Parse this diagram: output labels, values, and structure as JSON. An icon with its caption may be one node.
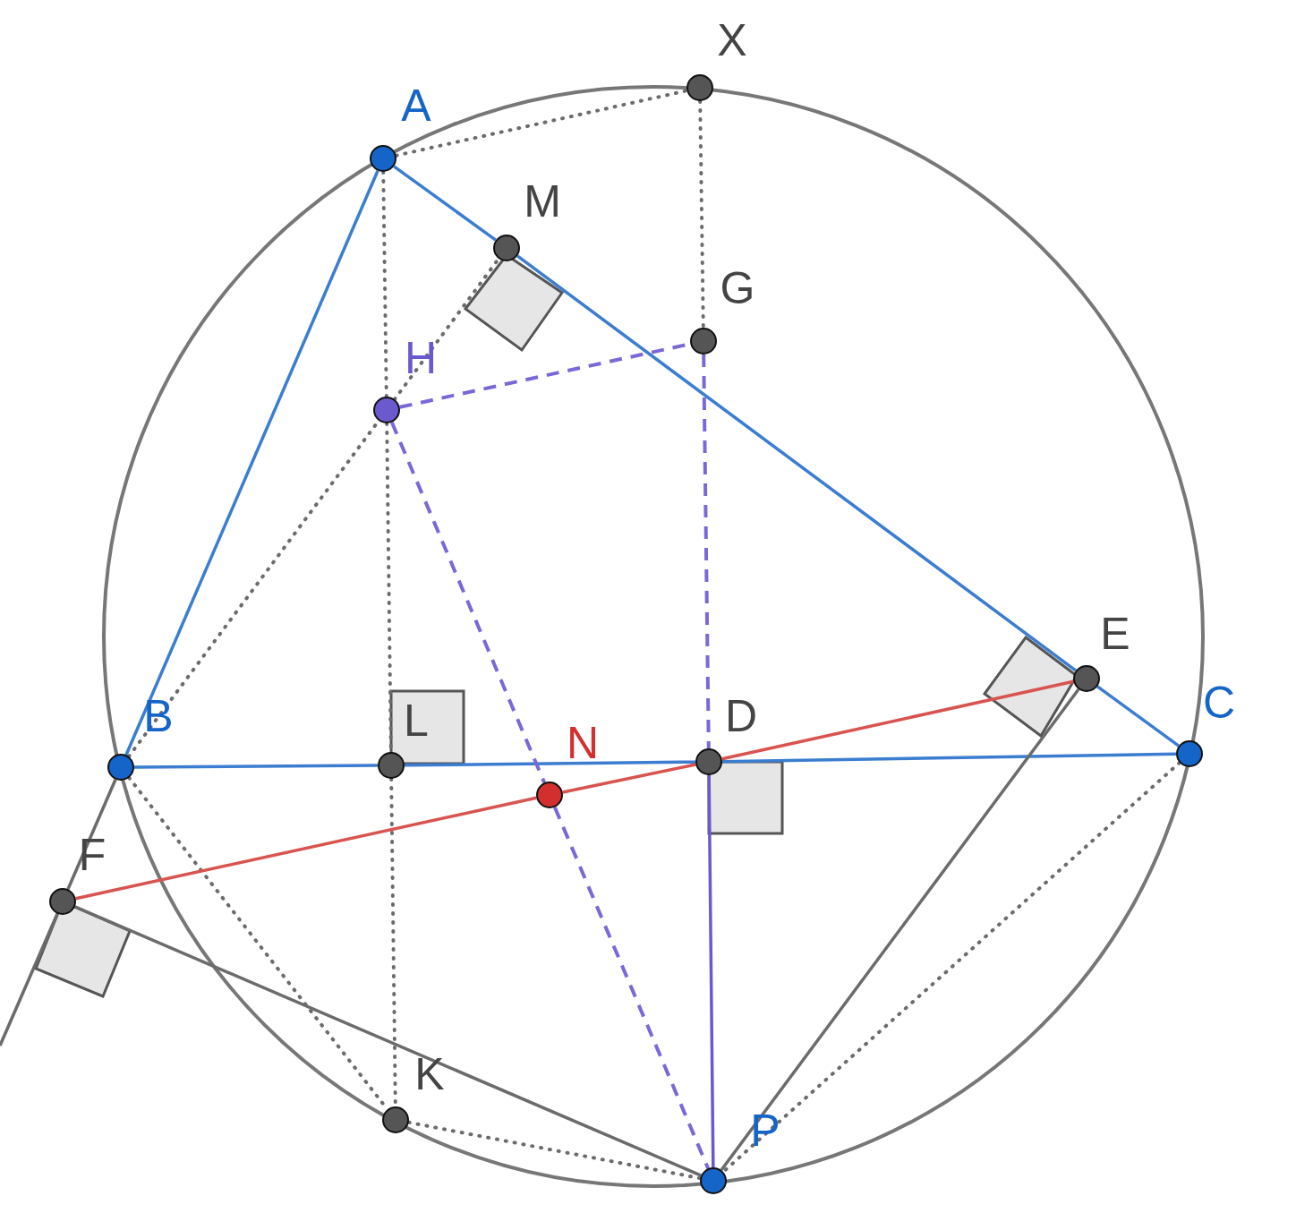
{
  "diagram": {
    "nodes": [
      {
        "text": [
          "X"
        ]
      },
      {
        "text": [
          "A"
        ]
      },
      {
        "text": [
          "M"
        ]
      },
      {
        "text": [
          "G"
        ]
      },
      {
        "text": [
          "H"
        ]
      },
      {
        "text": [
          "E"
        ]
      },
      {
        "text": [
          "D"
        ]
      },
      {
        "text": [
          "B"
        ]
      },
      {
        "text": [
          "L"
        ]
      },
      {
        "text": [
          "C"
        ]
      },
      {
        "text": [
          "N"
        ]
      },
      {
        "text": [
          "F"
        ]
      },
      {
        "text": [
          "K"
        ]
      },
      {
        "text": [
          "P"
        ]
      }
    ],
    "edges": [
      {
        "from": 1,
        "to": 7,
        "arrow": "none",
        "color": "#3b7dd0"
      },
      {
        "from": 1,
        "to": 2,
        "arrow": "none",
        "color": "#3b7dd0"
      },
      {
        "from": 2,
        "to": 5,
        "arrow": "none",
        "color": "#3b7dd0"
      },
      {
        "from": 5,
        "to": 9,
        "arrow": "none",
        "color": "#3b7dd0"
      },
      {
        "from": 7,
        "to": 8,
        "arrow": "none",
        "color": "#3b7dd0"
      },
      {
        "from": 8,
        "to": 6,
        "arrow": "none",
        "color": "#3b7dd0"
      },
      {
        "from": 6,
        "to": 9,
        "arrow": "none",
        "color": "#3b7dd0"
      },
      {
        "from": 7,
        "to": 11,
        "arrow": "none"
      },
      {
        "from": 11,
        "to": null,
        "arrow": "none"
      },
      {
        "from": 1,
        "to": 0,
        "arrow": "none",
        "style": "dashed"
      },
      {
        "from": 0,
        "to": 3,
        "arrow": "none",
        "style": "dashed"
      },
      {
        "from": 3,
        "to": 6,
        "arrow": "none",
        "style": "dashed",
        "color": "#7b68d8"
      },
      {
        "from": 4,
        "to": 3,
        "arrow": "none",
        "style": "dashed",
        "color": "#7b68d8"
      },
      {
        "from": 4,
        "to": 10,
        "arrow": "none",
        "style": "dashed",
        "color": "#7b68d8"
      },
      {
        "from": 10,
        "to": 13,
        "arrow": "none",
        "style": "dashed",
        "color": "#7b68d8"
      },
      {
        "from": 6,
        "to": 13,
        "arrow": "none",
        "color": "#6a5acd"
      },
      {
        "from": 1,
        "to": 4,
        "arrow": "none",
        "style": "dashed"
      },
      {
        "from": 4,
        "to": 8,
        "arrow": "none",
        "style": "dashed"
      },
      {
        "from": 8,
        "to": 12,
        "arrow": "none",
        "style": "dashed"
      },
      {
        "from": 4,
        "to": 2,
        "arrow": "none",
        "style": "dashed"
      },
      {
        "from": 7,
        "to": 4,
        "arrow": "none",
        "style": "dashed"
      },
      {
        "from": 7,
        "to": 12,
        "arrow": "none",
        "style": "dashed"
      },
      {
        "from": 12,
        "to": 13,
        "arrow": "none",
        "style": "dashed"
      },
      {
        "from": 9,
        "to": 13,
        "arrow": "none",
        "style": "dashed"
      },
      {
        "from": 11,
        "to": 10,
        "arrow": "none",
        "color": "#d9534f"
      },
      {
        "from": 10,
        "to": 6,
        "arrow": "none",
        "color": "#d9534f"
      },
      {
        "from": 6,
        "to": 5,
        "arrow": "none",
        "color": "#d9534f"
      },
      {
        "from": 11,
        "to": 13,
        "arrow": "none"
      },
      {
        "from": 5,
        "to": 13,
        "arrow": "none"
      }
    ]
  }
}
